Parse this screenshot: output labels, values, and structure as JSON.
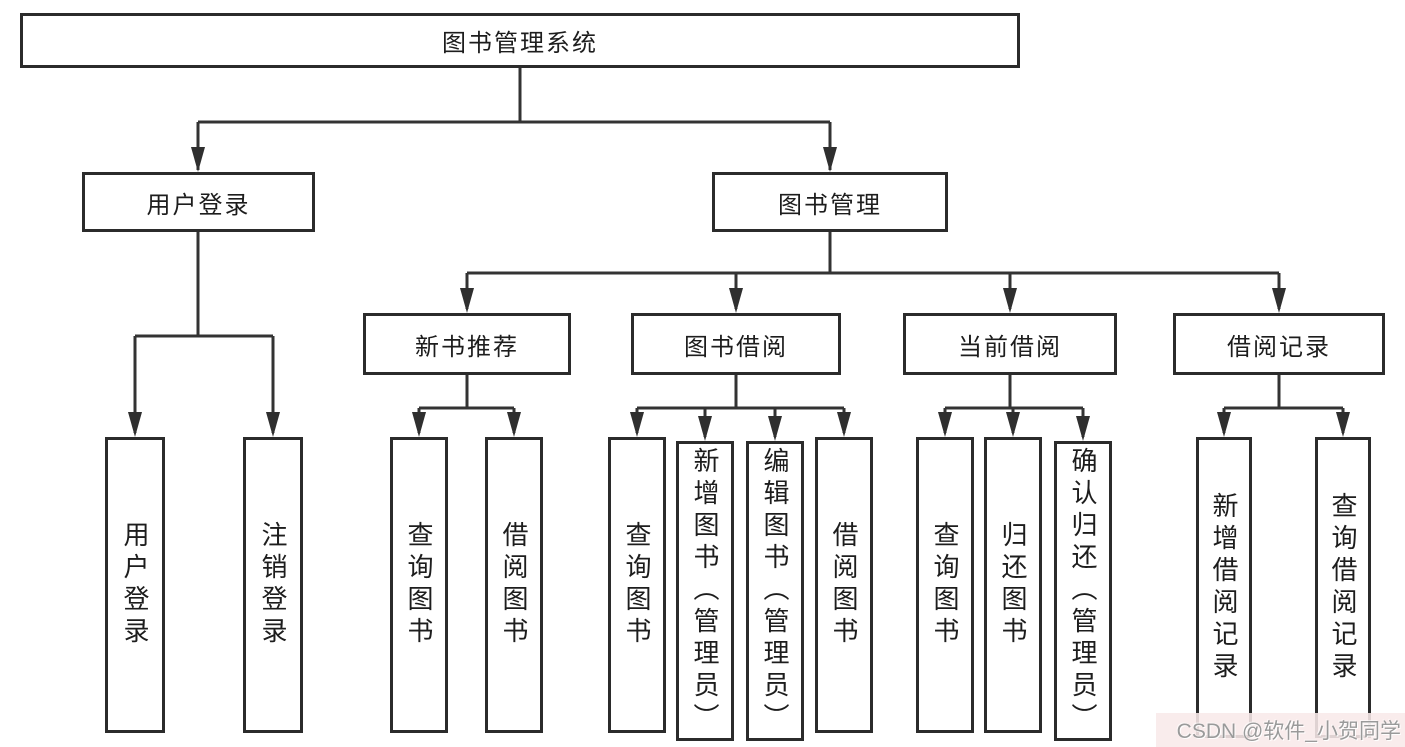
{
  "diagram": {
    "root": "图书管理系统",
    "user": {
      "label": "用户登录",
      "children": [
        "用户登录",
        "注销登录"
      ]
    },
    "books": {
      "label": "图书管理",
      "modules": [
        {
          "label": "新书推荐",
          "children": [
            "查询图书",
            "借阅图书"
          ]
        },
        {
          "label": "图书借阅",
          "children": [
            "查询图书",
            "新增图书（管理员）",
            "编辑图书（管理员）",
            "借阅图书"
          ]
        },
        {
          "label": "当前借阅",
          "children": [
            "查询图书",
            "归还图书",
            "确认归还（管理员）"
          ]
        },
        {
          "label": "借阅记录",
          "children": [
            "新增借阅记录",
            "查询借阅记录"
          ]
        }
      ]
    }
  },
  "watermark": "CSDN @软件_小贺同学",
  "colors": {
    "line": "#333333",
    "box_border": "#2b2b2b",
    "text": "#1d1d1d",
    "background": "#ffffff",
    "watermark_text": "#9a9a9a",
    "watermark_background": "#f8e9e9"
  }
}
